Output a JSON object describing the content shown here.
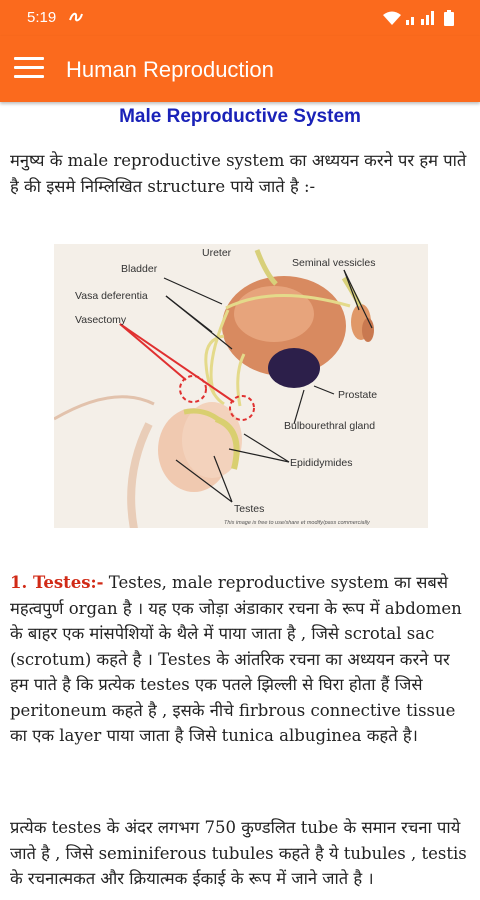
{
  "status_bar": {
    "time": "5:19",
    "icons": [
      "notification-icon",
      "wifi-icon",
      "signal-icon",
      "battery-icon"
    ]
  },
  "app_bar": {
    "title": "Human Reproduction",
    "menu_icon": "hamburger-menu-icon",
    "color": "#fb6a1d"
  },
  "section": {
    "title": "Male Reproductive System",
    "title_color": "#1a22b8"
  },
  "intro": "मनुष्य के male reproductive system का अध्ययन करने पर हम पाते है की इसमे निम्लिखित structure पाये जाते है :-",
  "figure": {
    "labels": {
      "ureter": "Ureter",
      "bladder": "Bladder",
      "seminal": "Seminal vessicles",
      "vasa": "Vasa deferentia",
      "vasectomy": "Vasectomy",
      "prostate": "Prostate",
      "bulbourethral": "Bulbourethral gland",
      "epididymides": "Epididymides",
      "testes": "Testes"
    },
    "caption": "This image is free to use/share et modify/pass commercially"
  },
  "testes": {
    "heading": "1. Testes:-",
    "heading_color": "#d12a16",
    "text": " Testes, male reproductive system का सबसे महत्वपुर्ण organ है । यह एक जोड़ा अंडाकार रचना के रूप में abdomen के बाहर एक मांसपेशियों के थैले में पाया जाता है , जिसे scrotal sac (scrotum) कहते है । Testes के आंतरिक रचना का अध्ययन करने पर हम पाते है कि प्रत्येक testes एक पतले झिल्ली से घिरा होता हैं जिसे peritoneum कहते है , इसके नीचे firbrous connective tissue का एक layer पाया जाता है जिसे tunica albuginea कहते है।"
  },
  "paragraph3": "प्रत्येक testes के अंदर लगभग 750 कुण्डलित tube के समान रचना पाये जाते है , जिसे seminiferous tubules कहते है ये tubules , testis के रचनात्मकत और क्रियात्मक ईकाई के रूप में जाने जाते है ।"
}
